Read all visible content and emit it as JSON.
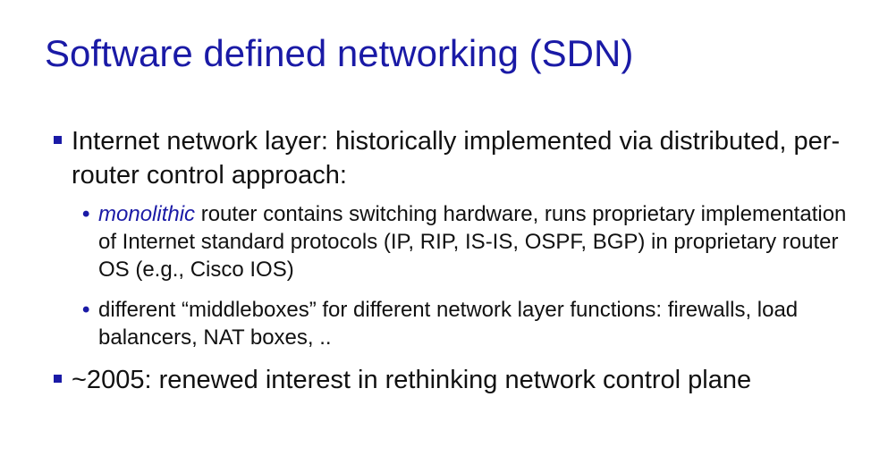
{
  "slide": {
    "title": "Software defined networking (SDN)",
    "bullets": [
      {
        "text": "Internet network layer: historically implemented via distributed, per-router control approach:",
        "sub": [
          {
            "emph": "monolithic",
            "text": " router contains switching hardware, runs proprietary implementation of Internet standard protocols (IP, RIP, IS-IS, OSPF, BGP) in proprietary router OS (e.g., Cisco IOS)"
          },
          {
            "text": "different “middleboxes” for different network layer functions: firewalls, load balancers, NAT boxes, .."
          }
        ]
      },
      {
        "text": "~2005: renewed interest in rethinking network control plane"
      }
    ],
    "sub_marker": "•"
  },
  "colors": {
    "accent": "#1a1aa6",
    "text": "#111111",
    "background": "#ffffff"
  }
}
